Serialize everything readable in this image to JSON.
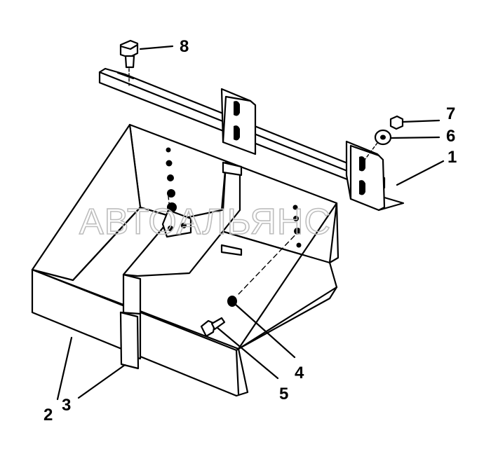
{
  "diagram": {
    "watermark": "АВТОАЛЬЯНС",
    "callouts": [
      {
        "id": "1",
        "label": "1"
      },
      {
        "id": "2",
        "label": "2"
      },
      {
        "id": "3",
        "label": "3"
      },
      {
        "id": "4",
        "label": "4"
      },
      {
        "id": "5",
        "label": "5"
      },
      {
        "id": "6",
        "label": "6"
      },
      {
        "id": "7",
        "label": "7"
      },
      {
        "id": "8",
        "label": "8"
      }
    ]
  }
}
